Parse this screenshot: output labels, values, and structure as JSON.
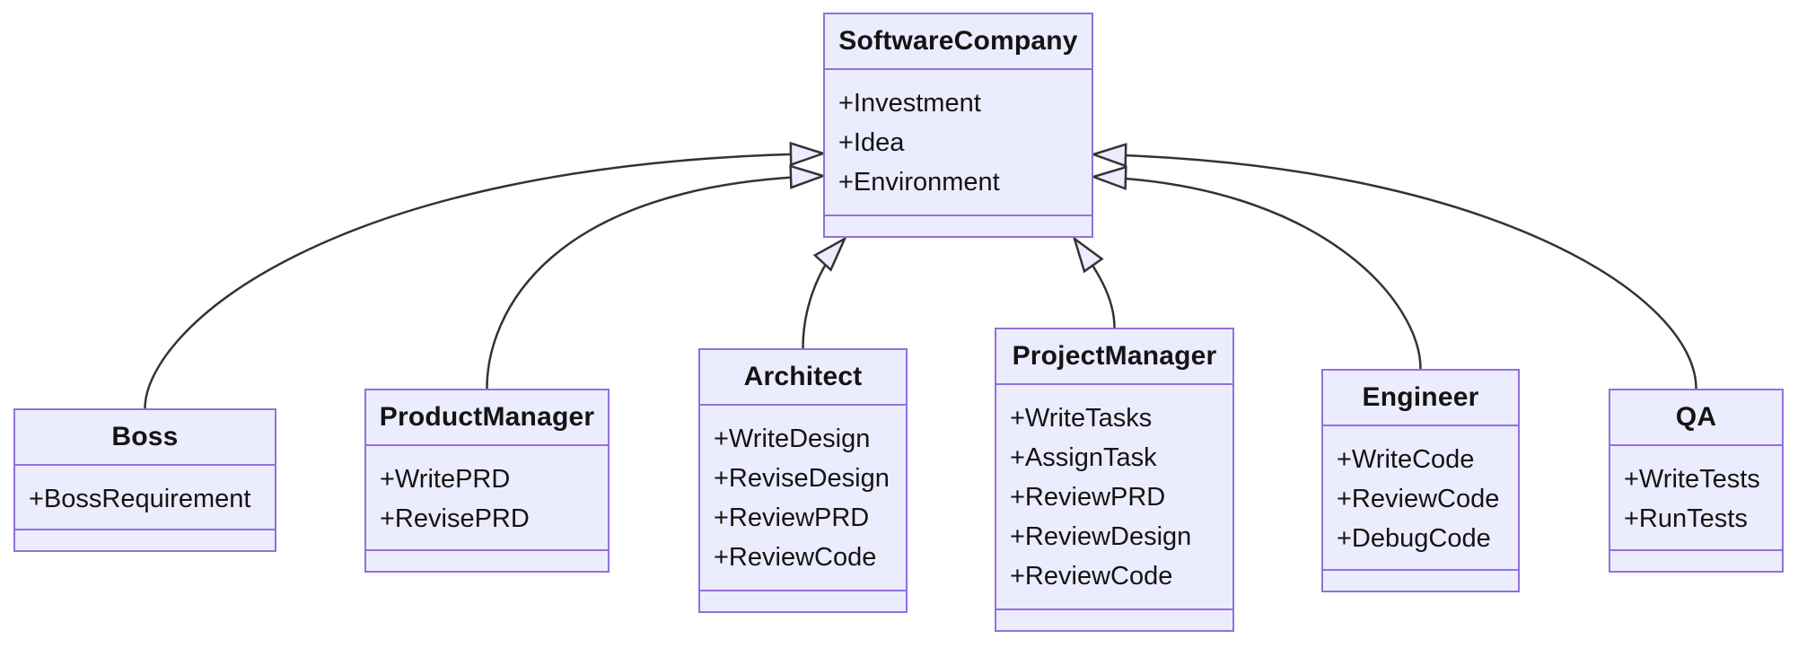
{
  "diagram": {
    "type": "uml-class-inheritance-diagram",
    "classes": [
      {
        "name": "SoftwareCompany",
        "members": [
          "+Investment",
          "+Idea",
          "+Environment"
        ],
        "methods": []
      },
      {
        "name": "Boss",
        "members": [
          "+BossRequirement"
        ],
        "methods": []
      },
      {
        "name": "ProductManager",
        "members": [
          "+WritePRD",
          "+RevisePRD"
        ],
        "methods": []
      },
      {
        "name": "Architect",
        "members": [
          "+WriteDesign",
          "+ReviseDesign",
          "+ReviewPRD",
          "+ReviewCode"
        ],
        "methods": []
      },
      {
        "name": "ProjectManager",
        "members": [
          "+WriteTasks",
          "+AssignTask",
          "+ReviewPRD",
          "+ReviewDesign",
          "+ReviewCode"
        ],
        "methods": []
      },
      {
        "name": "Engineer",
        "members": [
          "+WriteCode",
          "+ReviewCode",
          "+DebugCode"
        ],
        "methods": []
      },
      {
        "name": "QA",
        "members": [
          "+WriteTests",
          "+RunTests"
        ],
        "methods": []
      }
    ],
    "relationships": [
      {
        "from": "Boss",
        "to": "SoftwareCompany",
        "type": "inheritance"
      },
      {
        "from": "ProductManager",
        "to": "SoftwareCompany",
        "type": "inheritance"
      },
      {
        "from": "Architect",
        "to": "SoftwareCompany",
        "type": "inheritance"
      },
      {
        "from": "ProjectManager",
        "to": "SoftwareCompany",
        "type": "inheritance"
      },
      {
        "from": "Engineer",
        "to": "SoftwareCompany",
        "type": "inheritance"
      },
      {
        "from": "QA",
        "to": "SoftwareCompany",
        "type": "inheritance"
      }
    ]
  },
  "colors": {
    "node_fill": "#ECECFF",
    "node_border": "#9370DB",
    "edge_line": "#333333",
    "text": "#141414",
    "background": "#ffffff"
  }
}
